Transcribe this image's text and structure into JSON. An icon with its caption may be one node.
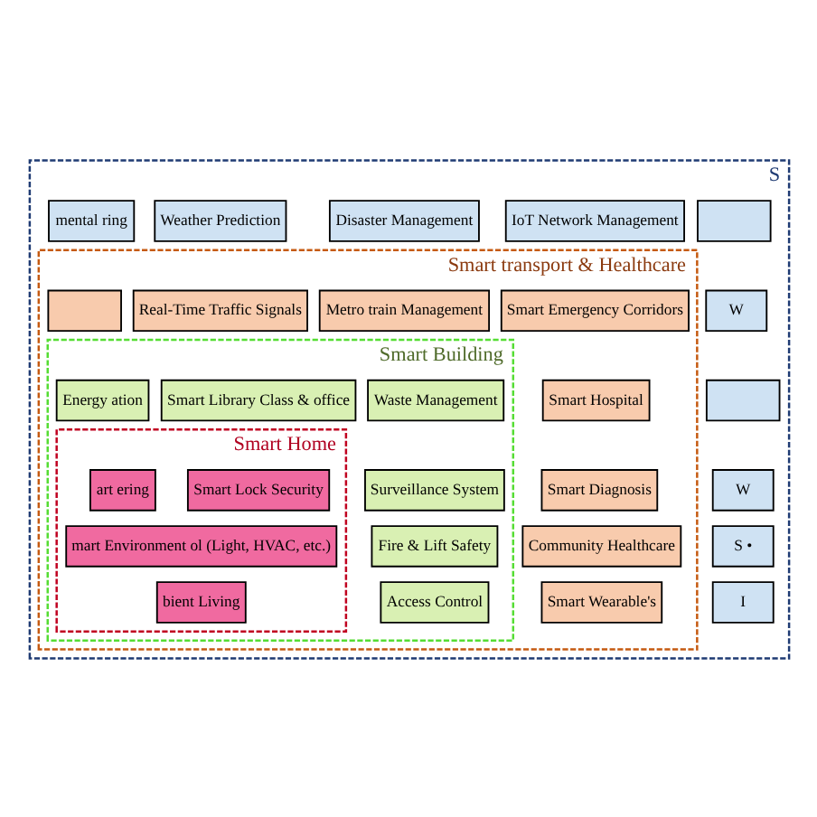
{
  "diagram": {
    "nodes": [
      {
        "text": [
          "S"
        ]
      },
      {
        "text": [
          "mental ring"
        ],
        "in": 0
      },
      {
        "text": [
          "Weather Prediction"
        ],
        "in": 0
      },
      {
        "text": [
          "Disaster Management"
        ],
        "in": 0
      },
      {
        "text": [
          "IoT Network Management"
        ],
        "in": 0
      },
      {
        "text": [],
        "shape": "box",
        "in": 0
      },
      {
        "text": [
          "W"
        ],
        "in": 0
      },
      {
        "text": [],
        "shape": "box",
        "in": 0
      },
      {
        "text": [
          "W"
        ],
        "in": 0
      },
      {
        "text": [
          "S •"
        ],
        "in": 0
      },
      {
        "text": [
          "I"
        ],
        "in": 0
      },
      {
        "text": [
          "Smart transport & Healthcare"
        ],
        "in": 0
      },
      {
        "text": [],
        "shape": "box",
        "in": 11
      },
      {
        "text": [
          "Real-Time Traffic Signals"
        ],
        "in": 11
      },
      {
        "text": [
          "Metro train Management"
        ],
        "in": 11
      },
      {
        "text": [
          "Smart Building"
        ],
        "in": 11
      },
      {
        "text": [
          "Energy ation"
        ],
        "in": 15
      },
      {
        "text": [
          "Smart Library Class & office"
        ],
        "in": 15
      },
      {
        "text": [
          "Smart Home"
        ],
        "in": 15
      },
      {
        "text": [
          "art ering"
        ],
        "in": 18
      },
      {
        "text": [
          "mart Environment ol (Light, HVAC, etc.)"
        ],
        "in": 18
      },
      {
        "text": [
          "bient Living"
        ],
        "in": 18
      },
      {
        "text": [
          "Smart Lock Security"
        ],
        "in": 18
      },
      {
        "text": [
          "Waste Management"
        ],
        "in": 15
      },
      {
        "text": [
          "Surveillance System"
        ],
        "in": 15
      },
      {
        "text": [
          "Fire & Lift Safety"
        ],
        "in": 15
      },
      {
        "text": [
          "Access Control"
        ],
        "in": 15
      },
      {
        "text": [
          "Smart Emergency Corridors"
        ],
        "in": 11
      },
      {
        "text": [
          "Smart Hospital"
        ],
        "in": 11
      },
      {
        "text": [
          "Smart Diagnosis"
        ],
        "in": 11
      },
      {
        "text": [
          "Community Healthcare"
        ],
        "in": 11
      },
      {
        "text": [
          "Smart Wearable's"
        ],
        "in": 11
      }
    ]
  }
}
